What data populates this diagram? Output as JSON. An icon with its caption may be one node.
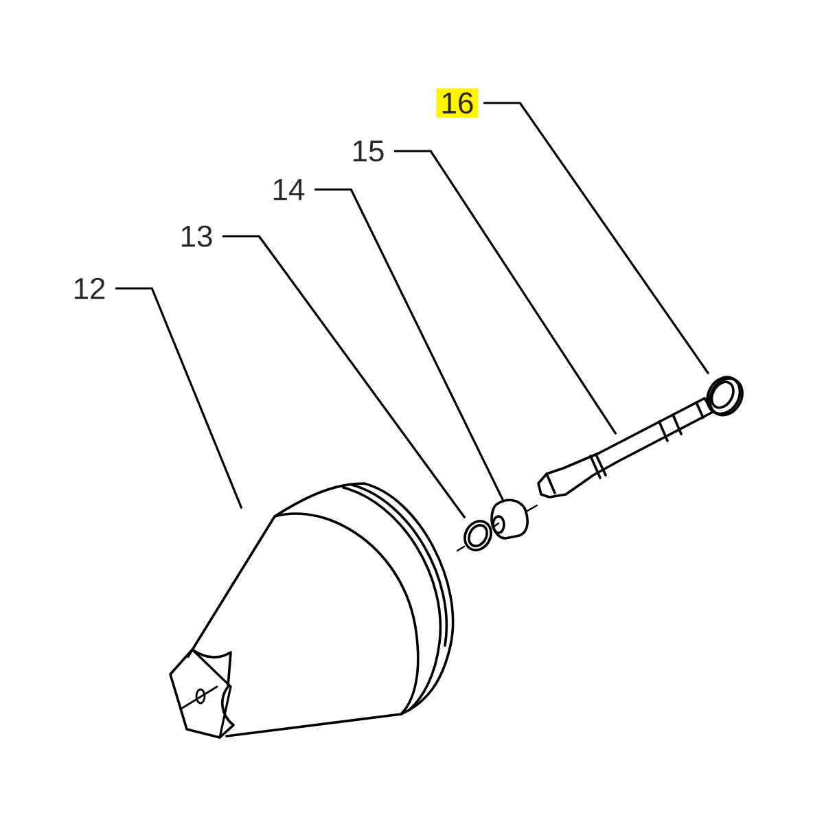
{
  "diagram": {
    "nodes": [
      {
        "text": [
          "16"
        ]
      },
      {
        "text": [
          "15"
        ]
      },
      {
        "text": [
          "14"
        ]
      },
      {
        "text": [
          "13"
        ]
      },
      {
        "text": [
          "12"
        ]
      },
      {
        "text": [],
        "shape": "picture"
      },
      {
        "text": [],
        "shape": "picture"
      },
      {
        "text": [],
        "shape": "picture"
      },
      {
        "text": [],
        "shape": "picture"
      },
      {
        "text": [],
        "shape": "picture"
      }
    ],
    "edges": [
      {
        "from": 0,
        "to": 9,
        "arrow": "none"
      },
      {
        "from": 1,
        "to": 8,
        "arrow": "none"
      },
      {
        "from": 2,
        "to": 7,
        "arrow": "none"
      },
      {
        "from": 3,
        "to": 6,
        "arrow": "none"
      },
      {
        "from": 4,
        "to": 5,
        "arrow": "none"
      }
    ]
  }
}
